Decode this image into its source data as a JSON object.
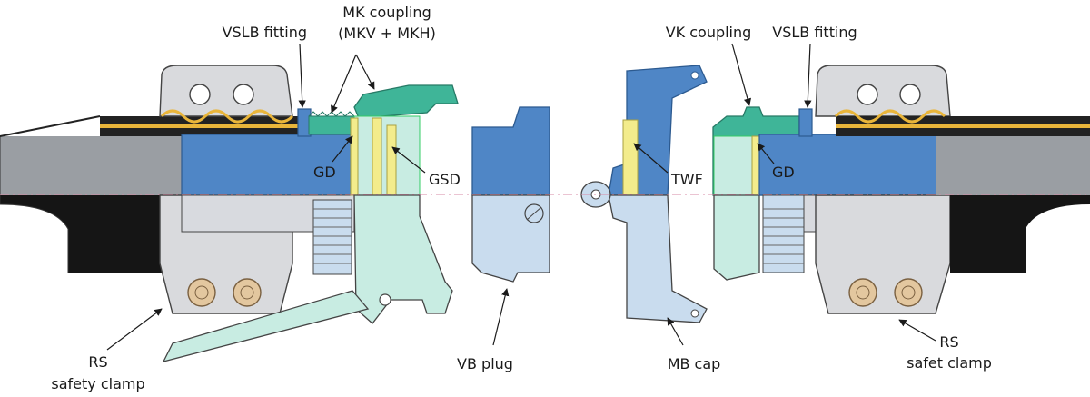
{
  "labels": {
    "vslb_left": "VSLB fitting",
    "mk_line1": "MK coupling",
    "mk_line2": "(MKV + MKH)",
    "gd_left": "GD",
    "gsd": "GSD",
    "rs_left_line1": "RS",
    "rs_left_line2": "safety clamp",
    "vb_plug": "VB plug",
    "twf": "TWF",
    "mb_cap": "MB cap",
    "vk_coupling": "VK coupling",
    "vslb_right": "VSLB fitting",
    "gd_right": "GD",
    "rs_right_line1": "RS",
    "rs_right_line2": "safet clamp"
  },
  "colors": {
    "hose_black": "#151515",
    "hose_grey": "#9a9ea3",
    "blue": "#4f86c6",
    "blue_dark": "#3a6fae",
    "light_blue": "#c9dcee",
    "teal": "#3fb598",
    "mint": "#c8ece2",
    "seal_yellow": "#f3ec8c",
    "clamp_grey": "#d9dadd",
    "bolt_tan": "#e3c79f",
    "hose_yellow": "#e9b53a",
    "axis_pink": "#d78aa6"
  }
}
